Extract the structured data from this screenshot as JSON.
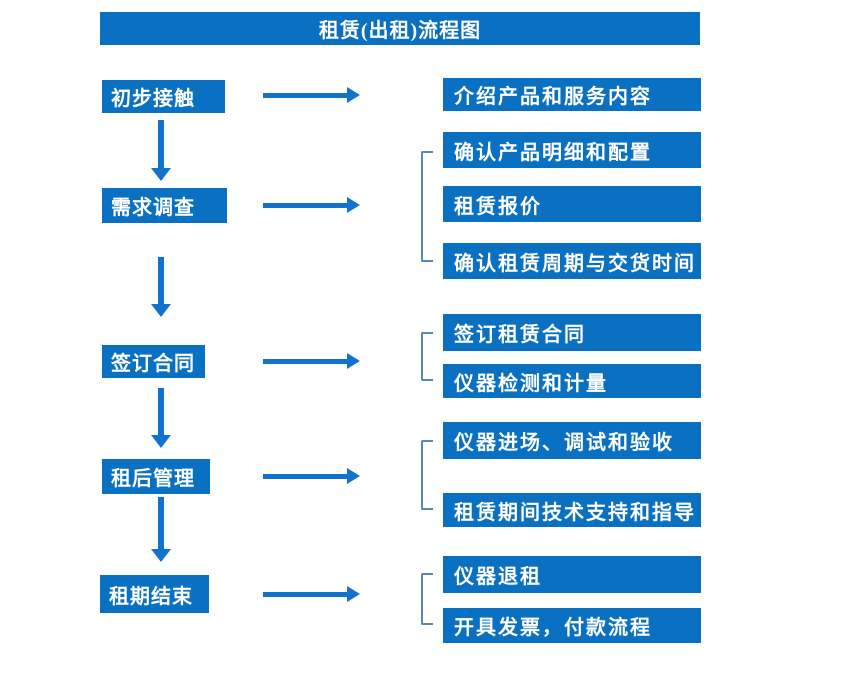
{
  "title": "租赁(出租)流程图",
  "colors": {
    "primary_blue": "#0a70c1",
    "arrow_blue": "#1173cd",
    "bracket_blue": "#5c85bb",
    "text_white": "#ffffff"
  },
  "stages": [
    {
      "label": "初步接触",
      "details": [
        "介绍产品和服务内容"
      ]
    },
    {
      "label": "需求调查",
      "details": [
        "确认产品明细和配置",
        "租赁报价",
        "确认租赁周期与交货时间"
      ]
    },
    {
      "label": "签订合同",
      "details": [
        "签订租赁合同",
        "仪器检测和计量"
      ]
    },
    {
      "label": "租后管理",
      "details": [
        "仪器进场、调试和验收",
        "租赁期间技术支持和指导"
      ]
    },
    {
      "label": "租期结束",
      "details": [
        "仪器退租",
        "开具发票，付款流程"
      ]
    }
  ]
}
